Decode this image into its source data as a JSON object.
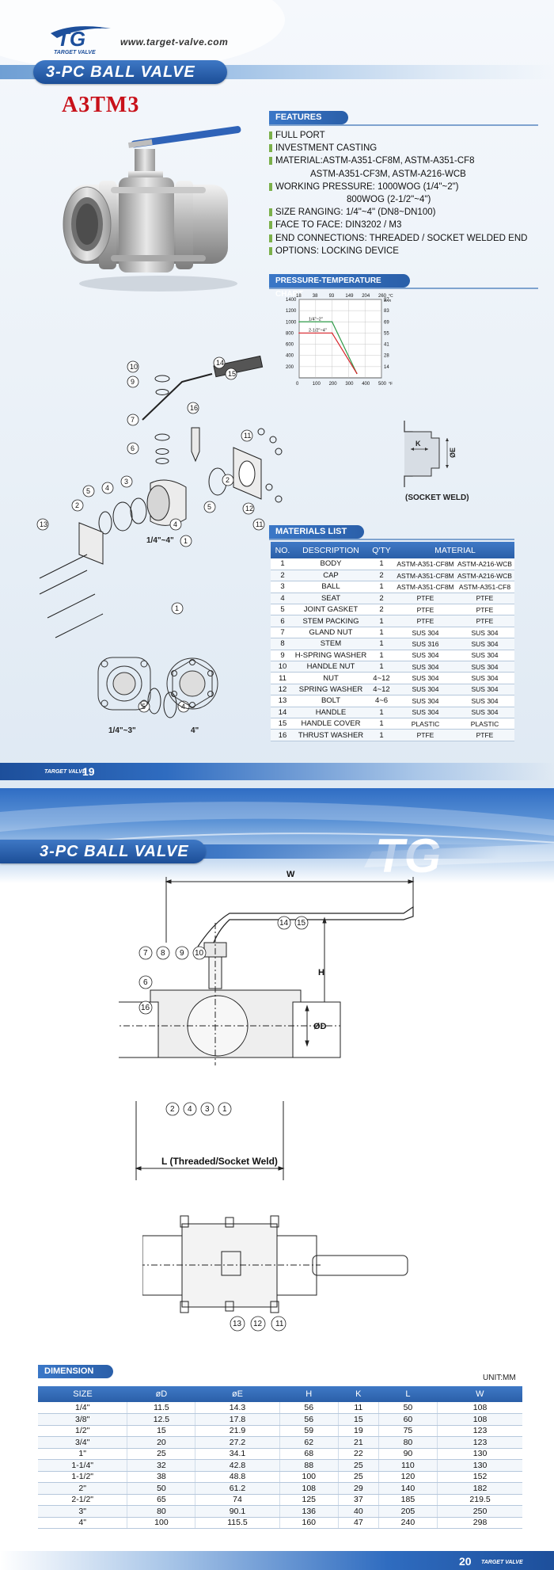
{
  "header": {
    "logo_text": "TG",
    "logo_sub": "TARGET VALVE",
    "website": "www.target-valve.com"
  },
  "page1": {
    "title": "3-PC BALL VALVE",
    "model": "A3TM3",
    "features_heading": "FEATURES",
    "features": [
      "FULL PORT",
      "INVESTMENT CASTING",
      "MATERIAL:ASTM-A351-CF8M, ASTM-A351-CF8",
      "WORKING PRESSURE: 1000WOG (1/4\"~2\")",
      "SIZE RANGING: 1/4\"~4\" (DN8~DN100)",
      "FACE TO FACE: DIN3202 / M3",
      "END CONNECTIONS: THREADED / SOCKET WELDED END",
      "OPTIONS: LOCKING DEVICE"
    ],
    "features_cont_material": "ASTM-A351-CF3M, ASTM-A216-WCB",
    "features_cont_pressure": "800WOG (2-1/2\"~4\")",
    "pt_chart_heading": "PRESSURE-TEMPERATURE CHART",
    "socket_weld_label": "(SOCKET WELD)",
    "socket_k": "K",
    "socket_e": "ØE",
    "exploded_size_label": "1/4\"~4\"",
    "view_label_small": "1/4\"~3\"",
    "view_label_large": "4\"",
    "page_number": "19",
    "brand_footer": "TARGET VALVE"
  },
  "chart_data": {
    "type": "line",
    "title": "PRESSURE-TEMPERATURE CHART",
    "x_bottom_ticks": [
      "0",
      "100",
      "200",
      "300",
      "400",
      "500"
    ],
    "x_bottom_unit": "°F",
    "x_top_ticks": [
      "18",
      "38",
      "93",
      "149",
      "204",
      "260"
    ],
    "x_top_unit": "°C",
    "y_left_ticks": [
      "200",
      "400",
      "600",
      "800",
      "1000",
      "1200",
      "1400"
    ],
    "y_right_ticks": [
      "14",
      "28",
      "41",
      "55",
      "69",
      "83",
      "97"
    ],
    "y_right_unit": "BAR",
    "xlim": [
      0,
      500
    ],
    "ylim": [
      0,
      1400
    ],
    "series": [
      {
        "name": "1/4\"~2\"",
        "color": "#2e9a48",
        "x": [
          0,
          200,
          350
        ],
        "y": [
          1000,
          1000,
          80
        ]
      },
      {
        "name": "2-1/2\"~4\"",
        "color": "#d8232a",
        "x": [
          0,
          200,
          350
        ],
        "y": [
          800,
          800,
          80
        ]
      }
    ]
  },
  "materials": {
    "heading": "MATERIALS LIST",
    "columns": [
      "NO.",
      "DESCRIPTION",
      "Q'TY",
      "MATERIAL"
    ],
    "rows": [
      [
        "1",
        "BODY",
        "1",
        "ASTM-A351-CF8M",
        "ASTM-A216-WCB"
      ],
      [
        "2",
        "CAP",
        "2",
        "ASTM-A351-CF8M",
        "ASTM-A216-WCB"
      ],
      [
        "3",
        "BALL",
        "1",
        "ASTM-A351-CF8M",
        "ASTM-A351-CF8"
      ],
      [
        "4",
        "SEAT",
        "2",
        "PTFE",
        "PTFE"
      ],
      [
        "5",
        "JOINT GASKET",
        "2",
        "PTFE",
        "PTFE"
      ],
      [
        "6",
        "STEM PACKING",
        "1",
        "PTFE",
        "PTFE"
      ],
      [
        "7",
        "GLAND NUT",
        "1",
        "SUS 304",
        "SUS 304"
      ],
      [
        "8",
        "STEM",
        "1",
        "SUS 316",
        "SUS 304"
      ],
      [
        "9",
        "H-SPRING WASHER",
        "1",
        "SUS 304",
        "SUS 304"
      ],
      [
        "10",
        "HANDLE NUT",
        "1",
        "SUS 304",
        "SUS 304"
      ],
      [
        "11",
        "NUT",
        "4~12",
        "SUS 304",
        "SUS 304"
      ],
      [
        "12",
        "SPRING WASHER",
        "4~12",
        "SUS 304",
        "SUS 304"
      ],
      [
        "13",
        "BOLT",
        "4~6",
        "SUS 304",
        "SUS 304"
      ],
      [
        "14",
        "HANDLE",
        "1",
        "SUS 304",
        "SUS 304"
      ],
      [
        "15",
        "HANDLE COVER",
        "1",
        "PLASTIC",
        "PLASTIC"
      ],
      [
        "16",
        "THRUST WASHER",
        "1",
        "PTFE",
        "PTFE"
      ]
    ]
  },
  "page2": {
    "title": "3-PC BALL VALVE",
    "dim_label_w": "W",
    "dim_label_h": "H",
    "dim_label_d": "ØD",
    "dim_label_l": "L (Threaded/Socket Weld)",
    "dimension_heading": "DIMENSION",
    "unit": "UNIT:MM",
    "page_number": "20",
    "brand_footer": "TARGET VALVE"
  },
  "dimensions": {
    "columns": [
      "SIZE",
      "øD",
      "øE",
      "H",
      "K",
      "L",
      "W"
    ],
    "rows": [
      [
        "1/4\"",
        "11.5",
        "14.3",
        "56",
        "11",
        "50",
        "108"
      ],
      [
        "3/8\"",
        "12.5",
        "17.8",
        "56",
        "15",
        "60",
        "108"
      ],
      [
        "1/2\"",
        "15",
        "21.9",
        "59",
        "19",
        "75",
        "123"
      ],
      [
        "3/4\"",
        "20",
        "27.2",
        "62",
        "21",
        "80",
        "123"
      ],
      [
        "1\"",
        "25",
        "34.1",
        "68",
        "22",
        "90",
        "130"
      ],
      [
        "1-1/4\"",
        "32",
        "42.8",
        "88",
        "25",
        "110",
        "130"
      ],
      [
        "1-1/2\"",
        "38",
        "48.8",
        "100",
        "25",
        "120",
        "152"
      ],
      [
        "2\"",
        "50",
        "61.2",
        "108",
        "29",
        "140",
        "182"
      ],
      [
        "2-1/2\"",
        "65",
        "74",
        "125",
        "37",
        "185",
        "219.5"
      ],
      [
        "3\"",
        "80",
        "90.1",
        "136",
        "40",
        "205",
        "250"
      ],
      [
        "4\"",
        "100",
        "115.5",
        "160",
        "47",
        "240",
        "298"
      ]
    ]
  },
  "colors": {
    "brand_blue": "#2b5fa8",
    "model_red": "#c8111a",
    "bullet_green": "#7bb04a"
  }
}
